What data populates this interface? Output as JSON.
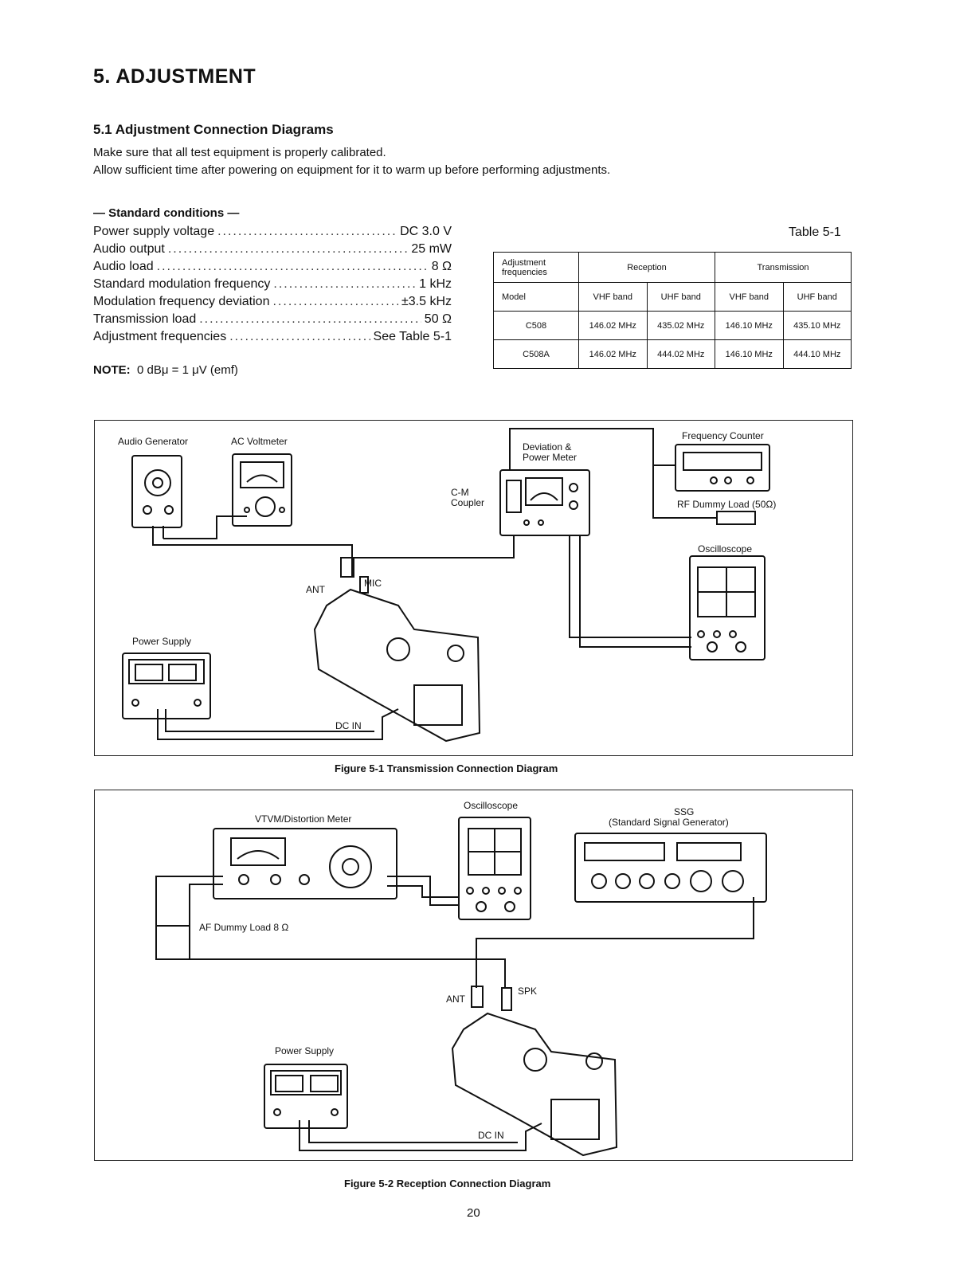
{
  "section_title": "5. ADJUSTMENT",
  "subsection_title": "5.1  Adjustment Connection Diagrams",
  "intro": [
    "Make sure that all test equipment is properly calibrated.",
    "Allow sufficient time after powering on equipment for it to warm up before performing adjustments."
  ],
  "standard_conditions": {
    "heading": "— Standard conditions —",
    "items": [
      {
        "label": "Power supply voltage",
        "value": "DC 3.0 V"
      },
      {
        "label": "Audio output",
        "value": "25 mW"
      },
      {
        "label": "Audio load",
        "value": "8 Ω"
      },
      {
        "label": "Standard modulation frequency",
        "value": "1 kHz"
      },
      {
        "label": "Modulation frequency deviation",
        "value": "±3.5 kHz"
      },
      {
        "label": "Transmission load",
        "value": "50 Ω"
      },
      {
        "label": "Adjustment frequencies",
        "value": "See Table 5-1"
      }
    ]
  },
  "note": {
    "label": "NOTE:",
    "text": "0 dBμ = 1 μV (emf)"
  },
  "table": {
    "label": "Table 5-1",
    "corner_header": "Adjustment frequencies",
    "model_header": "Model",
    "group_headers": [
      "Reception",
      "Transmission"
    ],
    "band_headers": [
      "VHF band",
      "UHF band",
      "VHF band",
      "UHF band"
    ],
    "rows": [
      {
        "model": "C508",
        "values": [
          "146.02 MHz",
          "435.02 MHz",
          "146.10 MHz",
          "435.10 MHz"
        ]
      },
      {
        "model": "C508A",
        "values": [
          "146.02 MHz",
          "444.02 MHz",
          "146.10 MHz",
          "444.10 MHz"
        ]
      }
    ]
  },
  "figure1": {
    "caption": "Figure 5-1  Transmission Connection Diagram",
    "labels": {
      "audio_generator": "Audio Generator",
      "ac_voltmeter": "AC Voltmeter",
      "deviation_meter": "Deviation &",
      "deviation_meter2": "Power Meter",
      "cm_coupler": "C-M",
      "cm_coupler2": "Coupler",
      "frequency_counter": "Frequency Counter",
      "rf_dummy_load": "RF Dummy Load (50Ω)",
      "oscilloscope": "Oscilloscope",
      "ant": "ANT",
      "mic": "MIC",
      "power_supply": "Power Supply",
      "dc_in": "DC IN"
    }
  },
  "figure2": {
    "caption": "Figure 5-2  Reception Connection Diagram",
    "labels": {
      "vtvm": "VTVM/Distortion Meter",
      "oscilloscope": "Oscilloscope",
      "ssg": "SSG",
      "ssg2": "(Standard Signal Generator)",
      "af_dummy": "AF Dummy Load 8 Ω",
      "ant": "ANT",
      "spk": "SPK",
      "power_supply": "Power Supply",
      "dc_in": "DC IN"
    }
  },
  "page_number": "20"
}
